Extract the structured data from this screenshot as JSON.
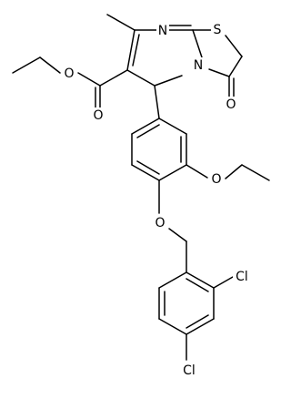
{
  "atoms": {
    "N_imine": "N",
    "S_ring": "S",
    "N_ring": "N",
    "O_ketone": "O",
    "O_ester_single": "O",
    "O_ester_carbonyl": "O",
    "O_ethoxy": "O",
    "O_benzyloxy": "O",
    "Cl_ortho": "Cl",
    "Cl_para": "Cl"
  },
  "colors": {
    "bond": "#000000",
    "background": "#ffffff",
    "text": "#000000"
  }
}
